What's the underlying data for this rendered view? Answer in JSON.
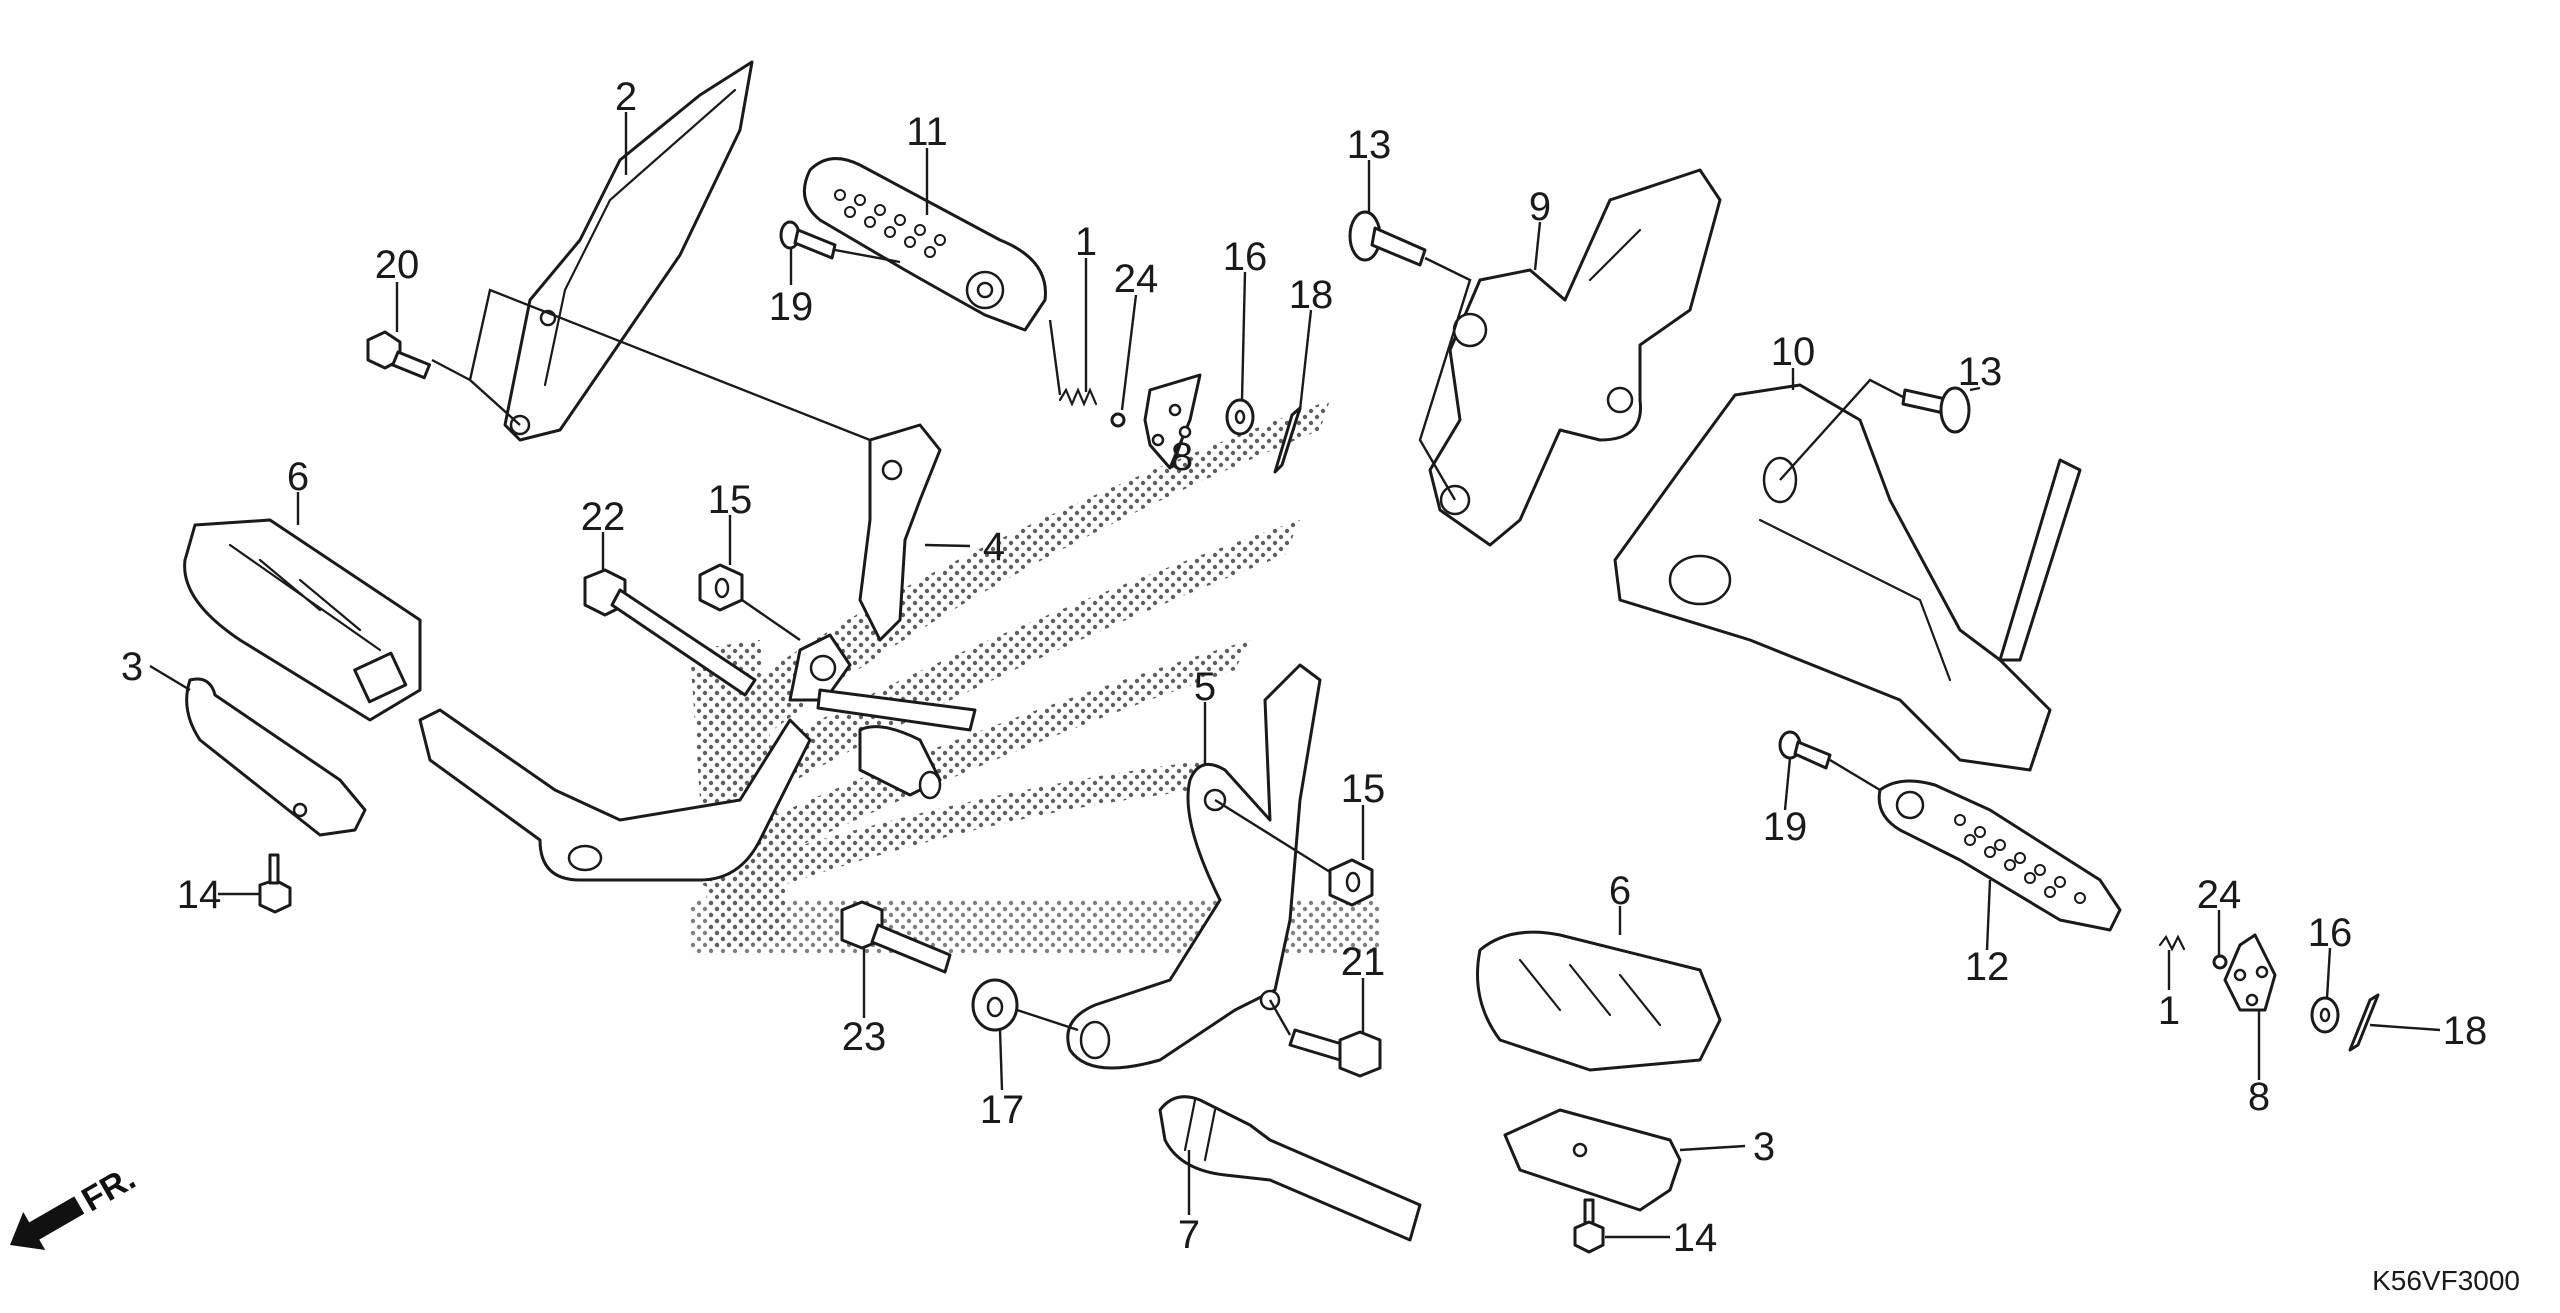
{
  "diagram": {
    "title": "Step (Footpeg) Assembly Exploded View",
    "diagram_code": "K56VF3000",
    "direction_indicator": {
      "label": "FR.",
      "icon": "front-arrow-icon"
    },
    "watermark": "HONDA wing logo (dotted)",
    "callouts": [
      {
        "id": "c2",
        "label": "2",
        "part": "heel-guard-left"
      },
      {
        "id": "c20",
        "label": "20",
        "part": "flange-bolt"
      },
      {
        "id": "c11",
        "label": "11",
        "part": "front-footpeg-right"
      },
      {
        "id": "c19a",
        "label": "19",
        "part": "footpeg-pin"
      },
      {
        "id": "c1a",
        "label": "1",
        "part": "spring"
      },
      {
        "id": "c24a",
        "label": "24",
        "part": "steel-ball"
      },
      {
        "id": "c16a",
        "label": "16",
        "part": "washer"
      },
      {
        "id": "c18a",
        "label": "18",
        "part": "cotter-pin"
      },
      {
        "id": "c8a",
        "label": "8",
        "part": "detent-plate"
      },
      {
        "id": "c13a",
        "label": "13",
        "part": "socket-bolt"
      },
      {
        "id": "c9",
        "label": "9",
        "part": "right-step-holder"
      },
      {
        "id": "c10",
        "label": "10",
        "part": "left-step-holder"
      },
      {
        "id": "c13b",
        "label": "13",
        "part": "socket-bolt"
      },
      {
        "id": "c6a",
        "label": "6",
        "part": "step-rubber"
      },
      {
        "id": "c22",
        "label": "22",
        "part": "pivot-bolt"
      },
      {
        "id": "c15a",
        "label": "15",
        "part": "nut"
      },
      {
        "id": "c4",
        "label": "4",
        "part": "right-step-bar-stay"
      },
      {
        "id": "c3a",
        "label": "3",
        "part": "rubber-holder"
      },
      {
        "id": "c14a",
        "label": "14",
        "part": "screw"
      },
      {
        "id": "c5",
        "label": "5",
        "part": "left-step-bar-stay"
      },
      {
        "id": "c15b",
        "label": "15",
        "part": "nut"
      },
      {
        "id": "c19b",
        "label": "19",
        "part": "footpeg-pin"
      },
      {
        "id": "c23",
        "label": "23",
        "part": "flange-bolt"
      },
      {
        "id": "c21",
        "label": "21",
        "part": "flange-bolt"
      },
      {
        "id": "c17",
        "label": "17",
        "part": "washer"
      },
      {
        "id": "c6b",
        "label": "6",
        "part": "step-rubber"
      },
      {
        "id": "c12",
        "label": "12",
        "part": "rear-footpeg-left"
      },
      {
        "id": "c24b",
        "label": "24",
        "part": "steel-ball"
      },
      {
        "id": "c16b",
        "label": "16",
        "part": "washer"
      },
      {
        "id": "c1b",
        "label": "1",
        "part": "spring"
      },
      {
        "id": "c18b",
        "label": "18",
        "part": "cotter-pin"
      },
      {
        "id": "c8b",
        "label": "8",
        "part": "detent-plate"
      },
      {
        "id": "c3b",
        "label": "3",
        "part": "rubber-holder"
      },
      {
        "id": "c7",
        "label": "7",
        "part": "step-bar"
      },
      {
        "id": "c14b",
        "label": "14",
        "part": "screw"
      }
    ]
  }
}
